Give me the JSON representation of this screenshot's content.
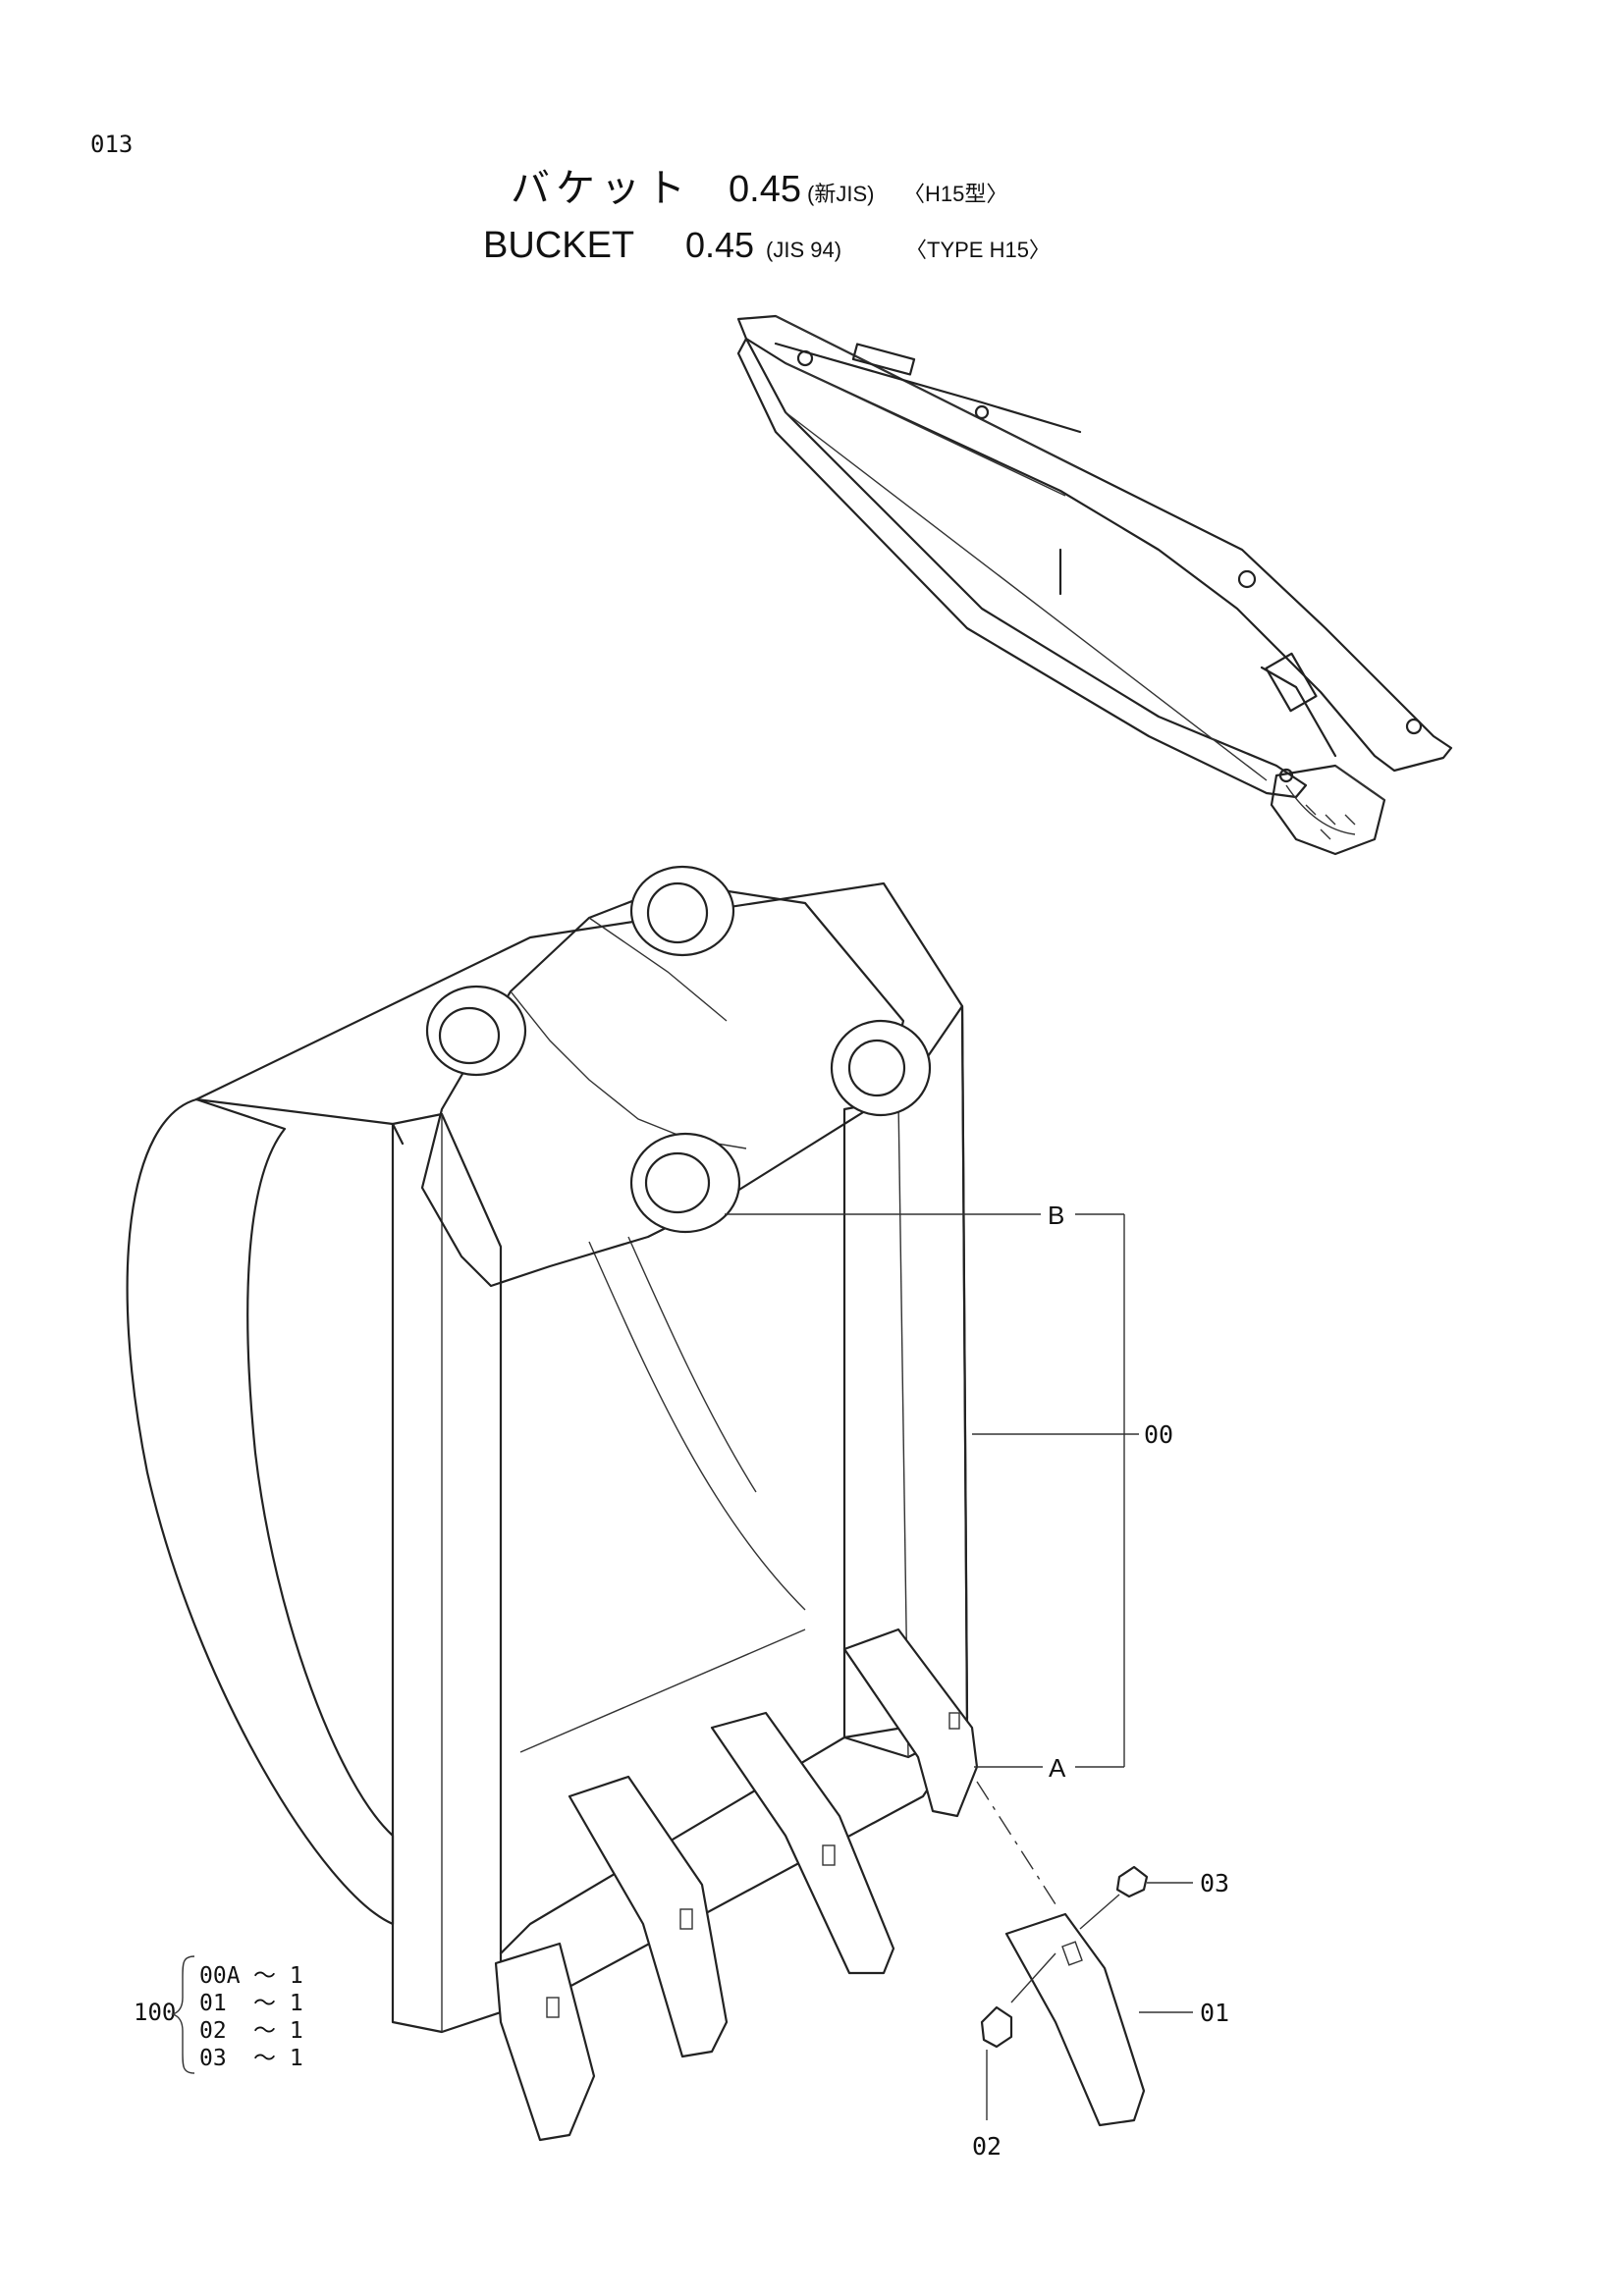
{
  "page_number": "013",
  "title": {
    "jp_main": "バケット",
    "jp_size": "0.45",
    "jp_spec": "(新JIS)",
    "jp_type": "〈H15型〉",
    "en_main": "BUCKET",
    "en_size": "0.45",
    "en_spec": "(JIS 94)",
    "en_type": "〈TYPE H15〉"
  },
  "callouts": {
    "b": "B",
    "a": "A",
    "p00": "00",
    "p01": "01",
    "p02": "02",
    "p03": "03"
  },
  "kit": {
    "id": "100",
    "rows": [
      {
        "part": "00A",
        "qty": "～ 1"
      },
      {
        "part": "01",
        "qty": "～ 1"
      },
      {
        "part": "02",
        "qty": "～ 1"
      },
      {
        "part": "03",
        "qty": "～ 1"
      }
    ]
  }
}
